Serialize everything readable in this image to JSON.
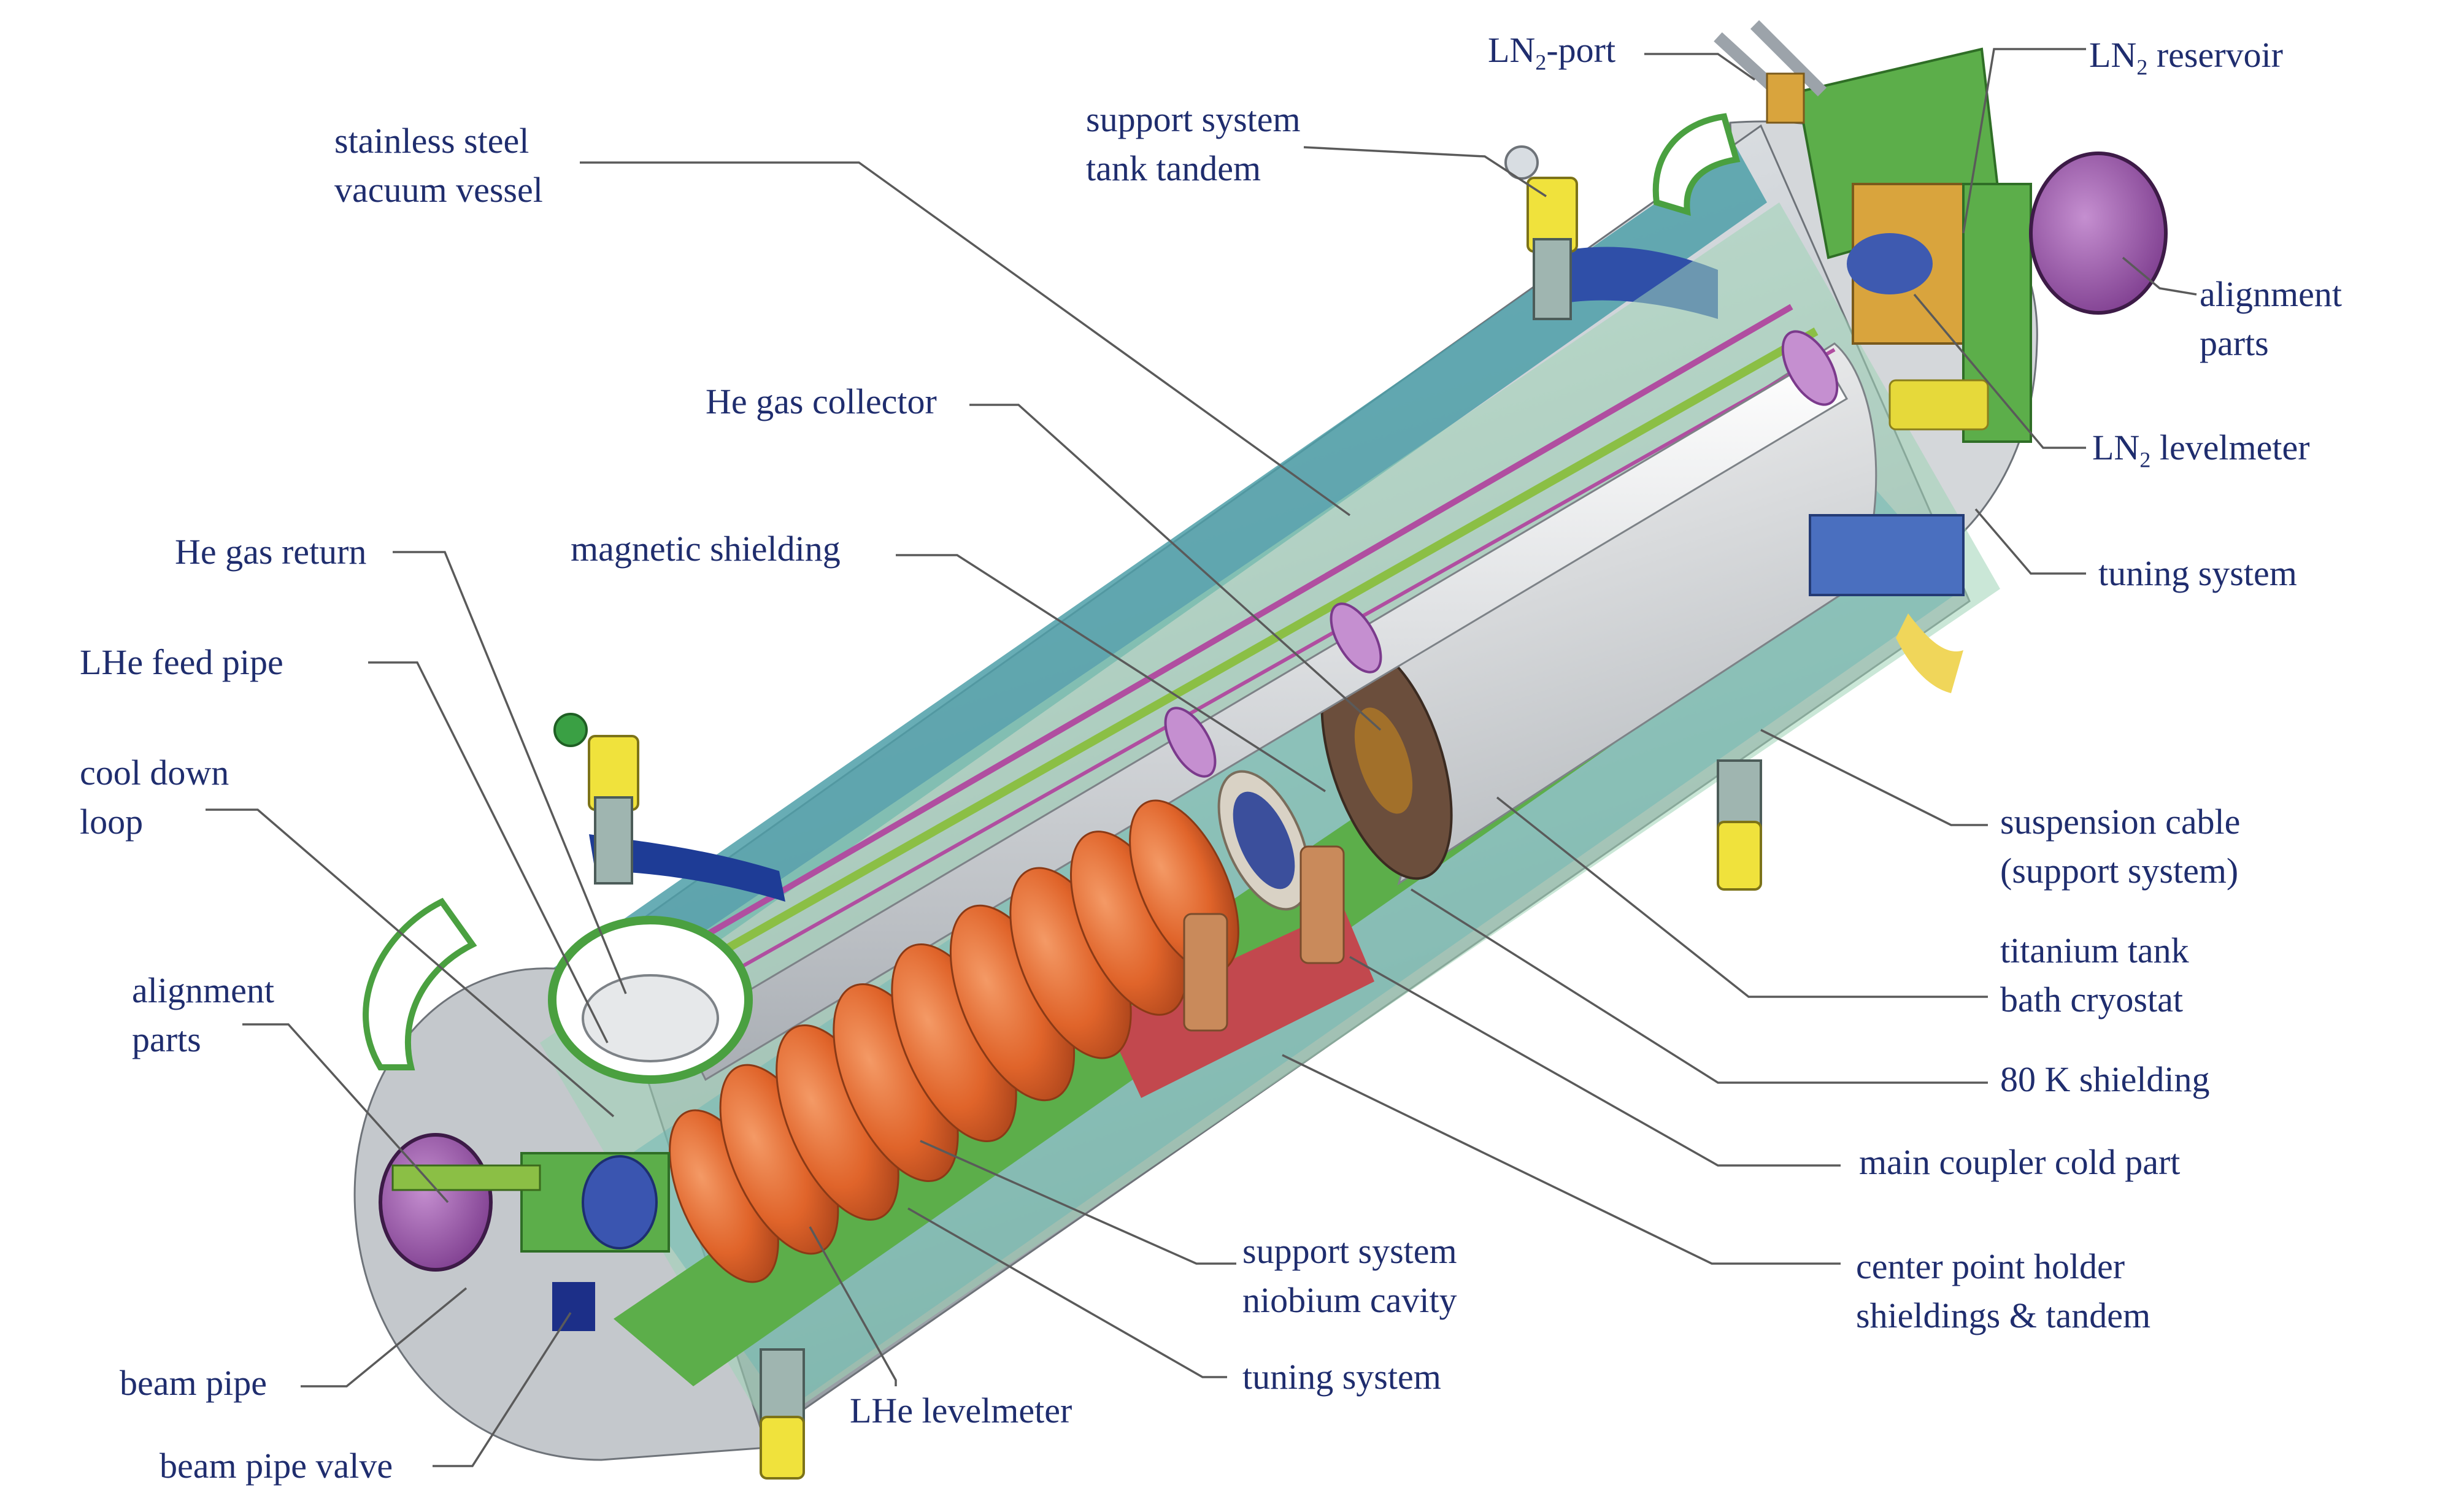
{
  "colors": {
    "label_text": "#1f2d6e",
    "leader_line": "#5a5a5a",
    "vacuum_vessel": "#c9ced3",
    "cavity_cells": "#e0642a",
    "green_shield": "#5cae4a",
    "magenta_shield": "#b04ea0",
    "teal_interior": "#4d9fa8",
    "support_yellow": "#f0e23c"
  },
  "labels": {
    "stainless_steel": [
      "stainless steel",
      "vacuum vessel"
    ],
    "support_tank_tandem": [
      "support system",
      "tank tandem"
    ],
    "ln2_port": {
      "pre": "LN",
      "sub": "2",
      "post": "-port"
    },
    "ln2_reservoir": {
      "pre": "LN",
      "sub": "2",
      "post": " reservoir"
    },
    "alignment_parts_right": [
      "alignment",
      "parts"
    ],
    "he_gas_collector": "He gas collector",
    "ln2_levelmeter": {
      "pre": "LN",
      "sub": "2",
      "post": " levelmeter"
    },
    "magnetic_shielding": "magnetic shielding",
    "tuning_system_right": "tuning system",
    "he_gas_return": "He gas return",
    "lhe_feed_pipe": "LHe feed pipe",
    "cool_down_loop": [
      "cool down",
      "loop"
    ],
    "suspension_cable": [
      "suspension cable",
      "(support system)"
    ],
    "titanium_tank": [
      "titanium tank",
      "bath cryostat"
    ],
    "alignment_parts_left": [
      "alignment",
      "parts"
    ],
    "shielding_80k": "80 K shielding",
    "main_coupler": "main coupler cold part",
    "support_niobium": [
      "support system",
      "niobium cavity"
    ],
    "center_point_holder": [
      "center point holder",
      "shieldings & tandem"
    ],
    "beam_pipe": "beam pipe",
    "lhe_levelmeter": "LHe levelmeter",
    "tuning_system_bottom": "tuning system",
    "beam_pipe_valve": "beam pipe valve"
  }
}
